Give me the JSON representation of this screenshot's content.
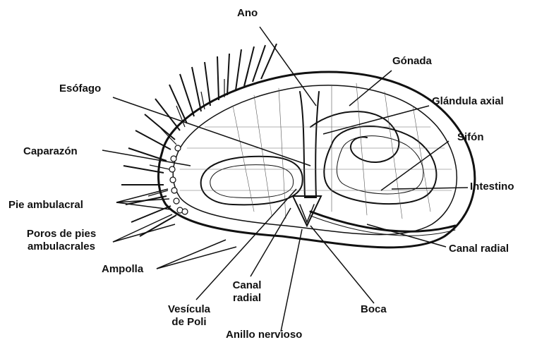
{
  "labels": {
    "ano": "Ano",
    "gonada": "Gónada",
    "esofago": "Esófago",
    "glandula_axial": "Glándula axial",
    "sifon": "Sifón",
    "caparazon": "Caparazón",
    "intestino": "Intestino",
    "pie_ambulacral": "Pie ambulacral",
    "poros_line1": "Poros de pies",
    "poros_line2": "ambulacrales",
    "canal_radial_right": "Canal radial",
    "ampolla": "Ampolla",
    "canal_radial_bottom_line1": "Canal",
    "canal_radial_bottom_line2": "radial",
    "boca": "Boca",
    "vesicula_line1": "Vesícula",
    "vesicula_line2": "de Poli",
    "anillo_nervioso": "Anillo nervioso"
  }
}
